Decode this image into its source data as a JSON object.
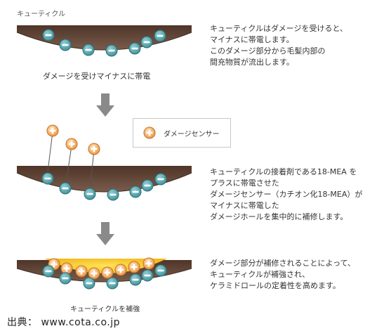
{
  "title": "キューティクル",
  "panel1": {
    "caption": "ダメージを受けマイナスに帯電",
    "description": "キューティクルはダメージを受けると、\nマイナスに帯電します。\nこのダメージ部分から毛髪内部の\n間充物質が流出します。"
  },
  "legend": {
    "label": "ダメージセンサー"
  },
  "panel2": {
    "description": "キューティクルの接着剤である18-MEA を\nプラスに帯電させた\nダメージセンサー（カチオン化18-MEA）が\nマイナスに帯電した\nダメージホールを集中的に補修します。"
  },
  "panel3": {
    "caption": "キューティクルを補強",
    "description": "ダメージ部分が補修されることによって、\nキューティクルが補強され、\nケラミドロールの定着性を高めます。"
  },
  "source": "出典：  www.cota.co.jp",
  "colors": {
    "hair_brown": "#5a4034",
    "minus_ion": "#5fa8b0",
    "plus_ion": "#f0a050",
    "repair_fill": "#f5c830",
    "arrow_gray": "#8a8a8a"
  }
}
